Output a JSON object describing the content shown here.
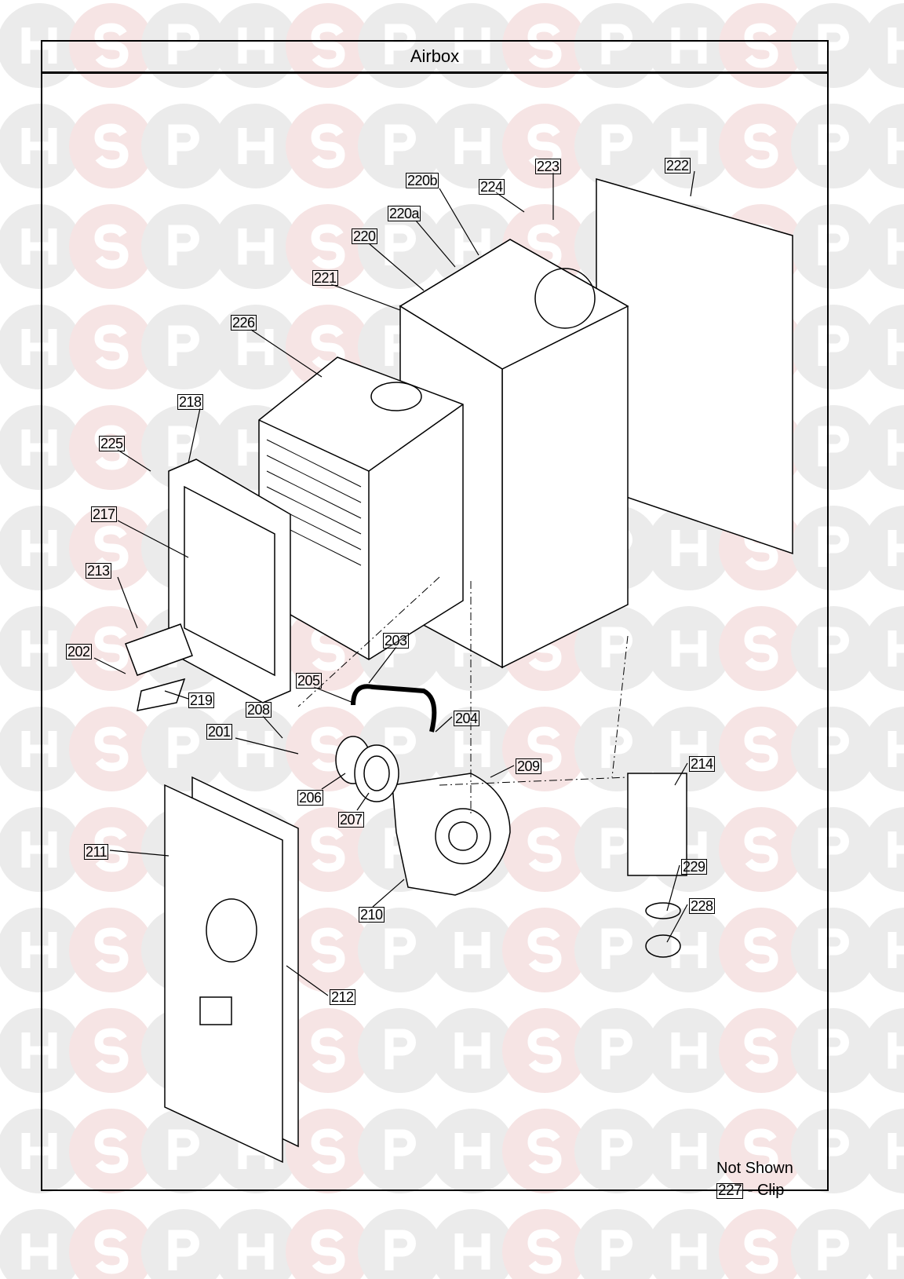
{
  "title": "Airbox",
  "watermark": {
    "letters": [
      "H",
      "S",
      "P"
    ],
    "colors": {
      "H": "#ebebeb",
      "S": "#f6e4e4",
      "P": "#ebebeb"
    }
  },
  "labels": {
    "p220b": "220b",
    "p223": "223",
    "p224": "224",
    "p222": "222",
    "p220a": "220a",
    "p220": "220",
    "p221": "221",
    "p226": "226",
    "p218": "218",
    "p225": "225",
    "p217": "217",
    "p213": "213",
    "p202": "202",
    "p203": "203",
    "p219": "219",
    "p205": "205",
    "p204": "204",
    "p208": "208",
    "p201": "201",
    "p209": "209",
    "p214": "214",
    "p206": "206",
    "p207": "207",
    "p211": "211",
    "p229": "229",
    "p228": "228",
    "p210": "210",
    "p212": "212"
  },
  "not_shown": {
    "heading": "Not Shown",
    "part": "227",
    "desc": " - Clip"
  }
}
